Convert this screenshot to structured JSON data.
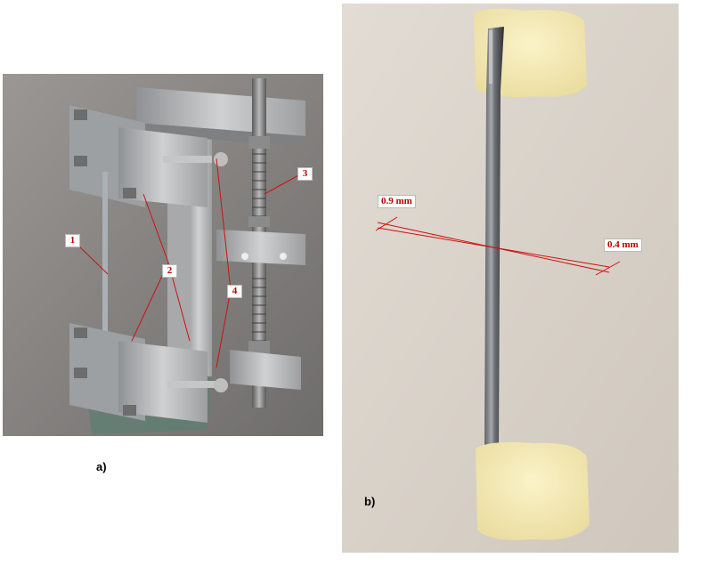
{
  "panels": {
    "a": {
      "caption": "a)",
      "callouts": [
        "1",
        "2",
        "3",
        "4"
      ]
    },
    "b": {
      "caption": "b)",
      "dimensions": {
        "width_label": "0.9 mm",
        "thickness_label": "0.4 mm"
      }
    }
  },
  "colors": {
    "callout_text": "#c00000",
    "leader_line": "#d01010",
    "aluminum": "#b4b6b8",
    "photo_a_bg": "#8a8886",
    "photo_b_bg": "#d8d2ca",
    "foam": "#f4e8b0"
  }
}
